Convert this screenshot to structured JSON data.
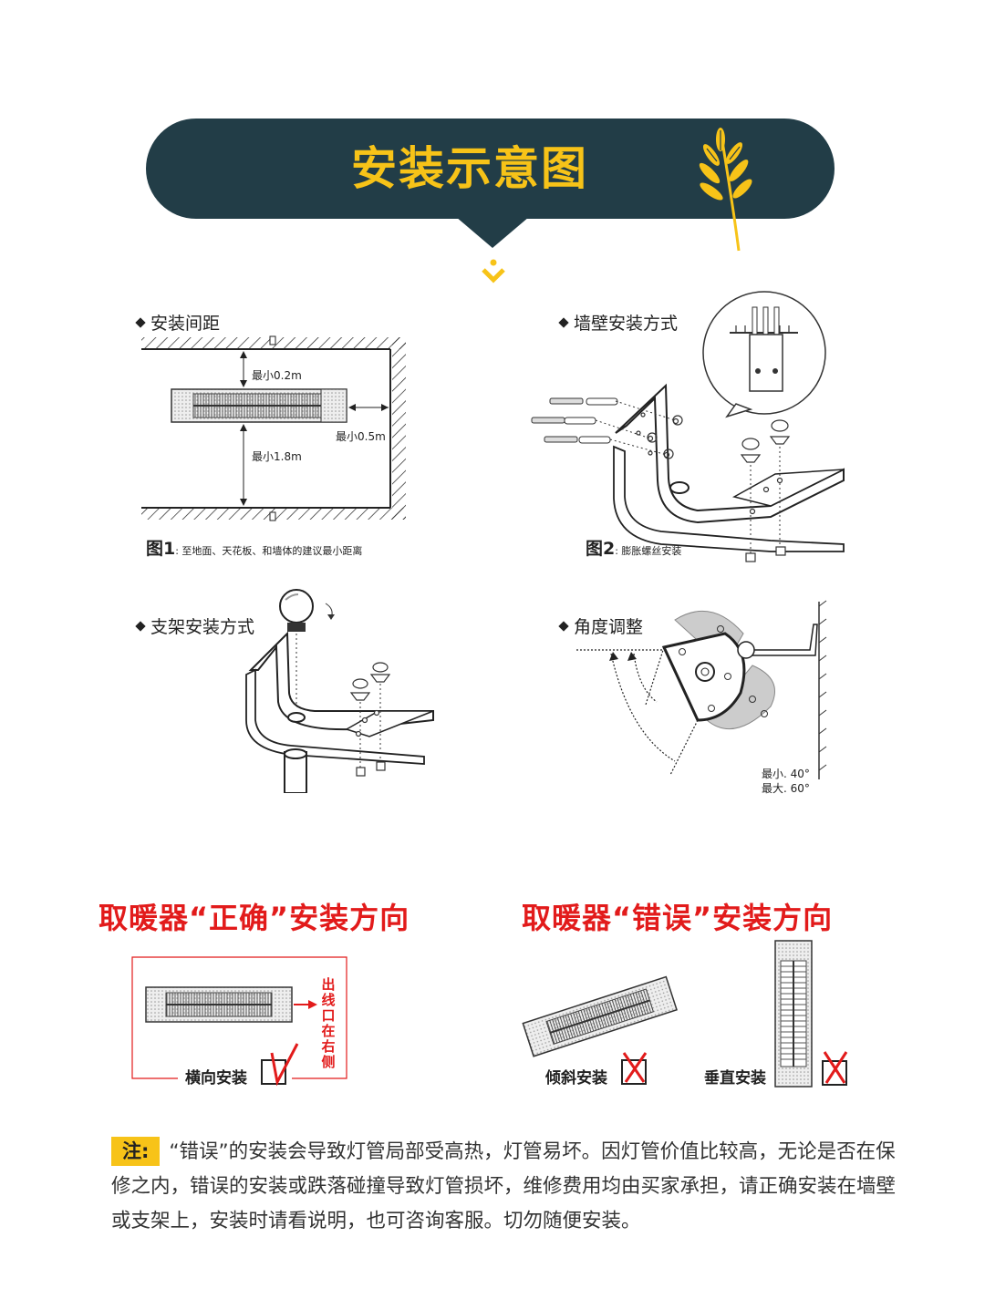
{
  "banner": {
    "title": "安装示意图"
  },
  "colors": {
    "banner_bg": "#223d47",
    "accent_yellow": "#f7c318",
    "warning_red": "#e21b1b"
  },
  "sections": {
    "spacing": {
      "label": "安装间距",
      "min_top": "最小0.2m",
      "min_side": "最小0.5m",
      "min_bottom": "最小1.8m",
      "caption_num": "图1",
      "caption_text": ": 至地面、天花板、和墙体的建议最小距离"
    },
    "wall": {
      "label": "墙壁安装方式",
      "caption_num": "图2",
      "caption_text": ": 膨胀螺丝安装"
    },
    "bracket": {
      "label": "支架安装方式"
    },
    "angle": {
      "label": "角度调整",
      "min": "最小. 40°",
      "max": "最大. 60°"
    }
  },
  "orientation": {
    "correct_title": "取暖器“正确”安装方向",
    "wrong_title": "取暖器“错误”安装方向",
    "outlet_label": "出线口在右侧",
    "horizontal_label": "横向安装",
    "tilted_label": "倾斜安装",
    "vertical_label": "垂直安装"
  },
  "note": {
    "tag": "注:",
    "text": "“错误”的安装会导致灯管局部受高热，灯管易坏。因灯管价值比较高，无论是否在保修之内，错误的安装或跌落碰撞导致灯管损坏，维修费用均由买家承担，请正确安装在墙壁或支架上，安装时请看说明，也可咨询客服。切勿随便安装。"
  }
}
